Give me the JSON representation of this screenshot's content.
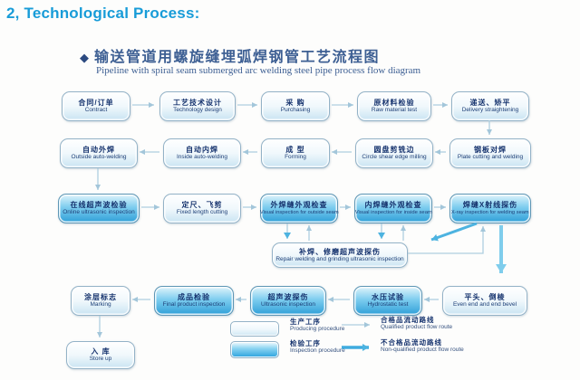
{
  "page": {
    "title": "2, Technological Process:"
  },
  "diagram": {
    "bullet": "◆",
    "title_zh": "输送管道用螺旋缝埋弧焊钢管工艺流程图",
    "title_en": "Pipeline with spiral seam submerged arc welding steel pipe process flow diagram"
  },
  "nodes": {
    "contract": {
      "zh": "合同/订单",
      "en": "Contract",
      "type": "producing"
    },
    "technology_design": {
      "zh": "工艺技术设计",
      "en": "Technology  design",
      "type": "producing"
    },
    "purchasing": {
      "zh": "采  购",
      "en": "Purchasing",
      "type": "producing"
    },
    "raw_material_test": {
      "zh": "原材料检验",
      "en": "Raw material test",
      "type": "producing"
    },
    "delivery_straightening": {
      "zh": "递送、矫平",
      "en": "Delivery straightening",
      "type": "producing"
    },
    "plate_cutting_welding": {
      "zh": "钢板对焊",
      "en": "Plate cutting and welding",
      "type": "producing"
    },
    "circle_shear_edge_milling": {
      "zh": "圆盘剪铣边",
      "en": "Circle shear edge milling",
      "type": "producing"
    },
    "forming": {
      "zh": "成  型",
      "en": "Forming",
      "type": "producing"
    },
    "inside_auto_welding": {
      "zh": "自动内焊",
      "en": "Inside auto-welding",
      "type": "producing"
    },
    "outside_auto_welding": {
      "zh": "自动外焊",
      "en": "Outside auto-welding",
      "type": "producing"
    },
    "online_ultrasonic_inspection": {
      "zh": "在线超声波检验",
      "en": "Online ultrasonic inspection",
      "type": "inspection"
    },
    "fixed_length_cutting": {
      "zh": "定尺、飞剪",
      "en": "Fixed length cutting",
      "type": "producing"
    },
    "visual_outside_seam": {
      "zh": "外焊缝外观检查",
      "en": "Visual inspection for outside seam",
      "type": "inspection"
    },
    "visual_inside_seam": {
      "zh": "内焊缝外观检查",
      "en": "Visual inspection for inside seam",
      "type": "inspection"
    },
    "xray_inspection": {
      "zh": "焊缝X射线探伤",
      "en": "X-ray inspection for welding seam",
      "type": "inspection"
    },
    "repair_welding": {
      "zh": "补焊、修磨超声波探伤",
      "en": "Repair welding and grinding ultrasonic inspection",
      "type": "producing"
    },
    "even_end_bevel": {
      "zh": "平头、倒棱",
      "en": "Even end and end bevel",
      "type": "producing"
    },
    "hydrostatic_test": {
      "zh": "水压试验",
      "en": "Hydrostatic test",
      "type": "inspection"
    },
    "ultrasonic_inspection": {
      "zh": "超声波探伤",
      "en": "Ultrasonic inspection",
      "type": "inspection"
    },
    "final_product_inspection": {
      "zh": "成品检验",
      "en": "Final product inspection",
      "type": "inspection"
    },
    "marking": {
      "zh": "涂层标志",
      "en": "Marking",
      "type": "producing"
    },
    "store_up": {
      "zh": "入  库",
      "en": "Store up",
      "type": "producing"
    }
  },
  "edges": [
    {
      "from": "contract",
      "to": "technology_design",
      "route": "qualified"
    },
    {
      "from": "technology_design",
      "to": "purchasing",
      "route": "qualified"
    },
    {
      "from": "purchasing",
      "to": "raw_material_test",
      "route": "qualified"
    },
    {
      "from": "raw_material_test",
      "to": "delivery_straightening",
      "route": "qualified"
    },
    {
      "from": "delivery_straightening",
      "to": "plate_cutting_welding",
      "route": "qualified"
    },
    {
      "from": "plate_cutting_welding",
      "to": "circle_shear_edge_milling",
      "route": "qualified"
    },
    {
      "from": "circle_shear_edge_milling",
      "to": "forming",
      "route": "qualified"
    },
    {
      "from": "forming",
      "to": "inside_auto_welding",
      "route": "qualified"
    },
    {
      "from": "inside_auto_welding",
      "to": "outside_auto_welding",
      "route": "qualified"
    },
    {
      "from": "outside_auto_welding",
      "to": "online_ultrasonic_inspection",
      "route": "qualified"
    },
    {
      "from": "online_ultrasonic_inspection",
      "to": "fixed_length_cutting",
      "route": "qualified"
    },
    {
      "from": "fixed_length_cutting",
      "to": "visual_outside_seam",
      "route": "qualified"
    },
    {
      "from": "visual_outside_seam",
      "to": "visual_inside_seam",
      "route": "qualified"
    },
    {
      "from": "visual_inside_seam",
      "to": "xray_inspection",
      "route": "qualified"
    },
    {
      "from": "visual_outside_seam",
      "to": "repair_welding",
      "route": "non_qualified"
    },
    {
      "from": "repair_welding",
      "to": "visual_outside_seam",
      "route": "qualified"
    },
    {
      "from": "visual_inside_seam",
      "to": "repair_welding",
      "route": "non_qualified"
    },
    {
      "from": "repair_welding",
      "to": "visual_inside_seam",
      "route": "qualified"
    },
    {
      "from": "xray_inspection",
      "to": "repair_welding",
      "route": "non_qualified"
    },
    {
      "from": "repair_welding",
      "to": "xray_inspection",
      "route": "qualified"
    },
    {
      "from": "xray_inspection",
      "to": "even_end_bevel",
      "route": "qualified"
    },
    {
      "from": "even_end_bevel",
      "to": "hydrostatic_test",
      "route": "qualified"
    },
    {
      "from": "hydrostatic_test",
      "to": "ultrasonic_inspection",
      "route": "qualified"
    },
    {
      "from": "ultrasonic_inspection",
      "to": "final_product_inspection",
      "route": "qualified"
    },
    {
      "from": "final_product_inspection",
      "to": "marking",
      "route": "qualified"
    },
    {
      "from": "marking",
      "to": "store_up",
      "route": "qualified"
    }
  ],
  "legend": {
    "producing": {
      "zh": "生产工序",
      "en": "Producing procedure"
    },
    "inspection": {
      "zh": "检验工序",
      "en": "Inspection procedure"
    },
    "qualified": {
      "zh": "合格品流动路线",
      "en": "Qualified product flow route"
    },
    "non_qualified": {
      "zh": "不合格品流动路线",
      "en": "Non-qualified product flow route"
    }
  },
  "colors": {
    "title_accent": "#189cd8",
    "diagram_title": "#3d5f93",
    "node_text": "#16336e",
    "inspection_fill": "#2f9fd8",
    "arrow_thin": "#aecfe0",
    "arrow_bold": "#4db3e0"
  }
}
